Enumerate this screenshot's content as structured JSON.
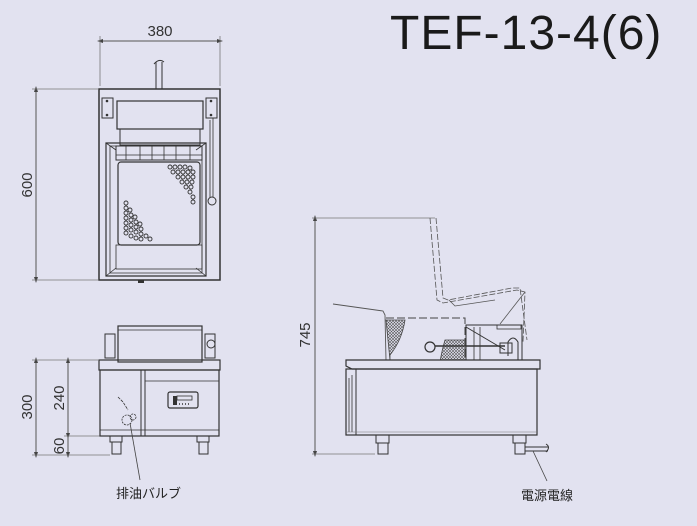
{
  "title": "TEF-13-4(6)",
  "top_view": {
    "width_dim": "380",
    "depth_dim": "600"
  },
  "front_view": {
    "total_height_dim": "300",
    "body_height_dim": "240",
    "leg_height_dim": "60",
    "drain_valve_label": "排油バルブ"
  },
  "side_view": {
    "height_with_basket_dim": "745",
    "power_cord_label": "電源電線"
  },
  "colors": {
    "background": "#e2e2f0",
    "line": "#333333",
    "dim_line": "#555555"
  }
}
